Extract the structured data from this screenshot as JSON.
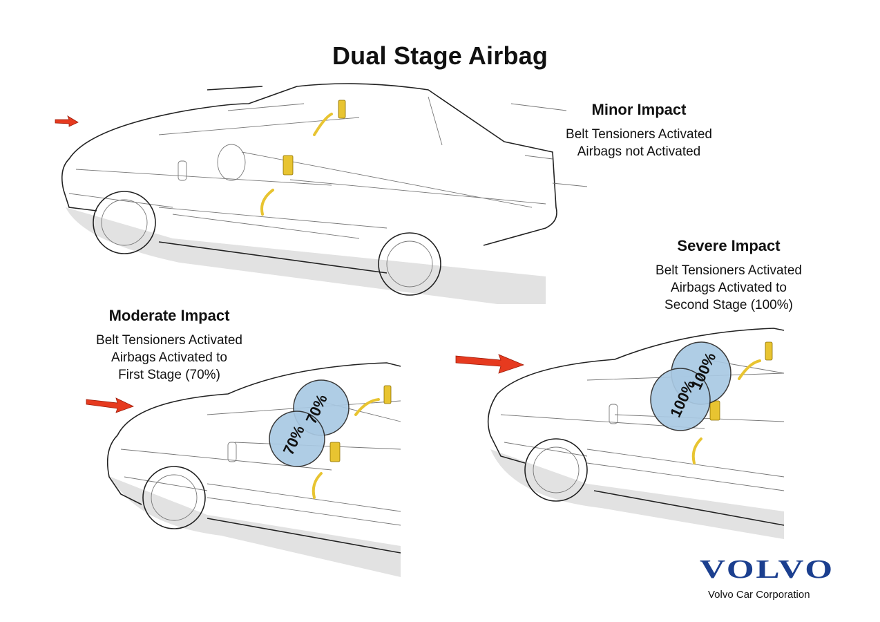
{
  "title": "Dual Stage Airbag",
  "scenarios": [
    {
      "id": "minor",
      "heading": "Minor Impact",
      "lines": [
        "Belt Tensioners Activated",
        "Airbags not Activated"
      ],
      "airbag_deployment": null
    },
    {
      "id": "moderate",
      "heading": "Moderate Impact",
      "lines": [
        "Belt Tensioners Activated",
        "Airbags Activated to",
        "First Stage (70%)"
      ],
      "airbag_deployment": "70%"
    },
    {
      "id": "severe",
      "heading": "Severe Impact",
      "lines": [
        "Belt Tensioners Activated",
        "Airbags Activated to",
        "Second Stage (100%)"
      ],
      "airbag_deployment": "100%"
    }
  ],
  "airbag_labels": {
    "moderate": "70%",
    "severe": "100%"
  },
  "brand": {
    "logo_text": "VOLVO",
    "company": "Volvo Car Corporation",
    "logo_color": "#1b3f8f"
  },
  "colors": {
    "impact_arrow": "#e63a1f",
    "airbag": "#a9c9e3",
    "belt_tensioner": "#e8c431"
  },
  "icons": [
    "impact-arrow-icon",
    "car-illustration",
    "airbag-icon",
    "belt-tensioner-icon"
  ]
}
